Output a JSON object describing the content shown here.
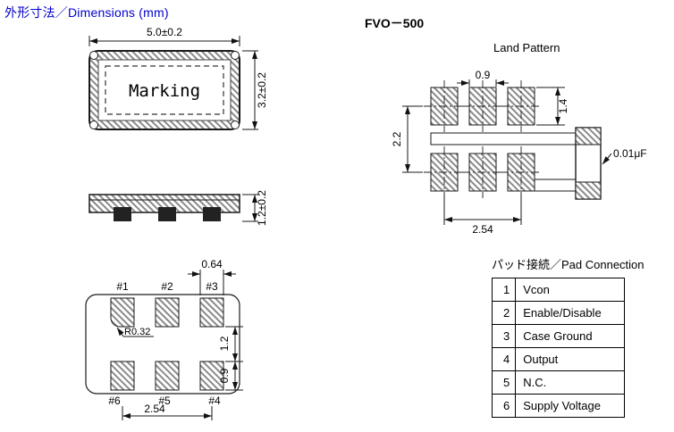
{
  "header": {
    "title": "外形寸法／Dimensions (mm)",
    "model": "FVO－500"
  },
  "top_view": {
    "marking": "Marking",
    "dim_width": "5.0±0.2",
    "dim_height": "3.2±0.2"
  },
  "side_view": {
    "dim_height": "1.2±0.2"
  },
  "bottom_view": {
    "pad_labels_top": [
      "#1",
      "#2",
      "#3"
    ],
    "pad_labels_bottom": [
      "#6",
      "#5",
      "#4"
    ],
    "dim_pad_width": "0.64",
    "corner_radius": "R0.32",
    "dim_row_gap": "1.2",
    "dim_pad_height": "0.9",
    "dim_pitch": "2.54"
  },
  "land_pattern": {
    "title": "Land Pattern",
    "dim_pad_width": "0.9",
    "dim_pad_height": "1.4",
    "dim_row_pitch": "2.2",
    "dim_col_span": "2.54",
    "capacitor_label": "0.01μF"
  },
  "pad_table": {
    "title": "パッド接続／Pad Connection",
    "rows": [
      {
        "no": "1",
        "name": "Vcon"
      },
      {
        "no": "2",
        "name": "Enable/Disable"
      },
      {
        "no": "3",
        "name": "Case Ground"
      },
      {
        "no": "4",
        "name": "Output"
      },
      {
        "no": "5",
        "name": "N.C."
      },
      {
        "no": "6",
        "name": "Supply Voltage"
      }
    ]
  }
}
